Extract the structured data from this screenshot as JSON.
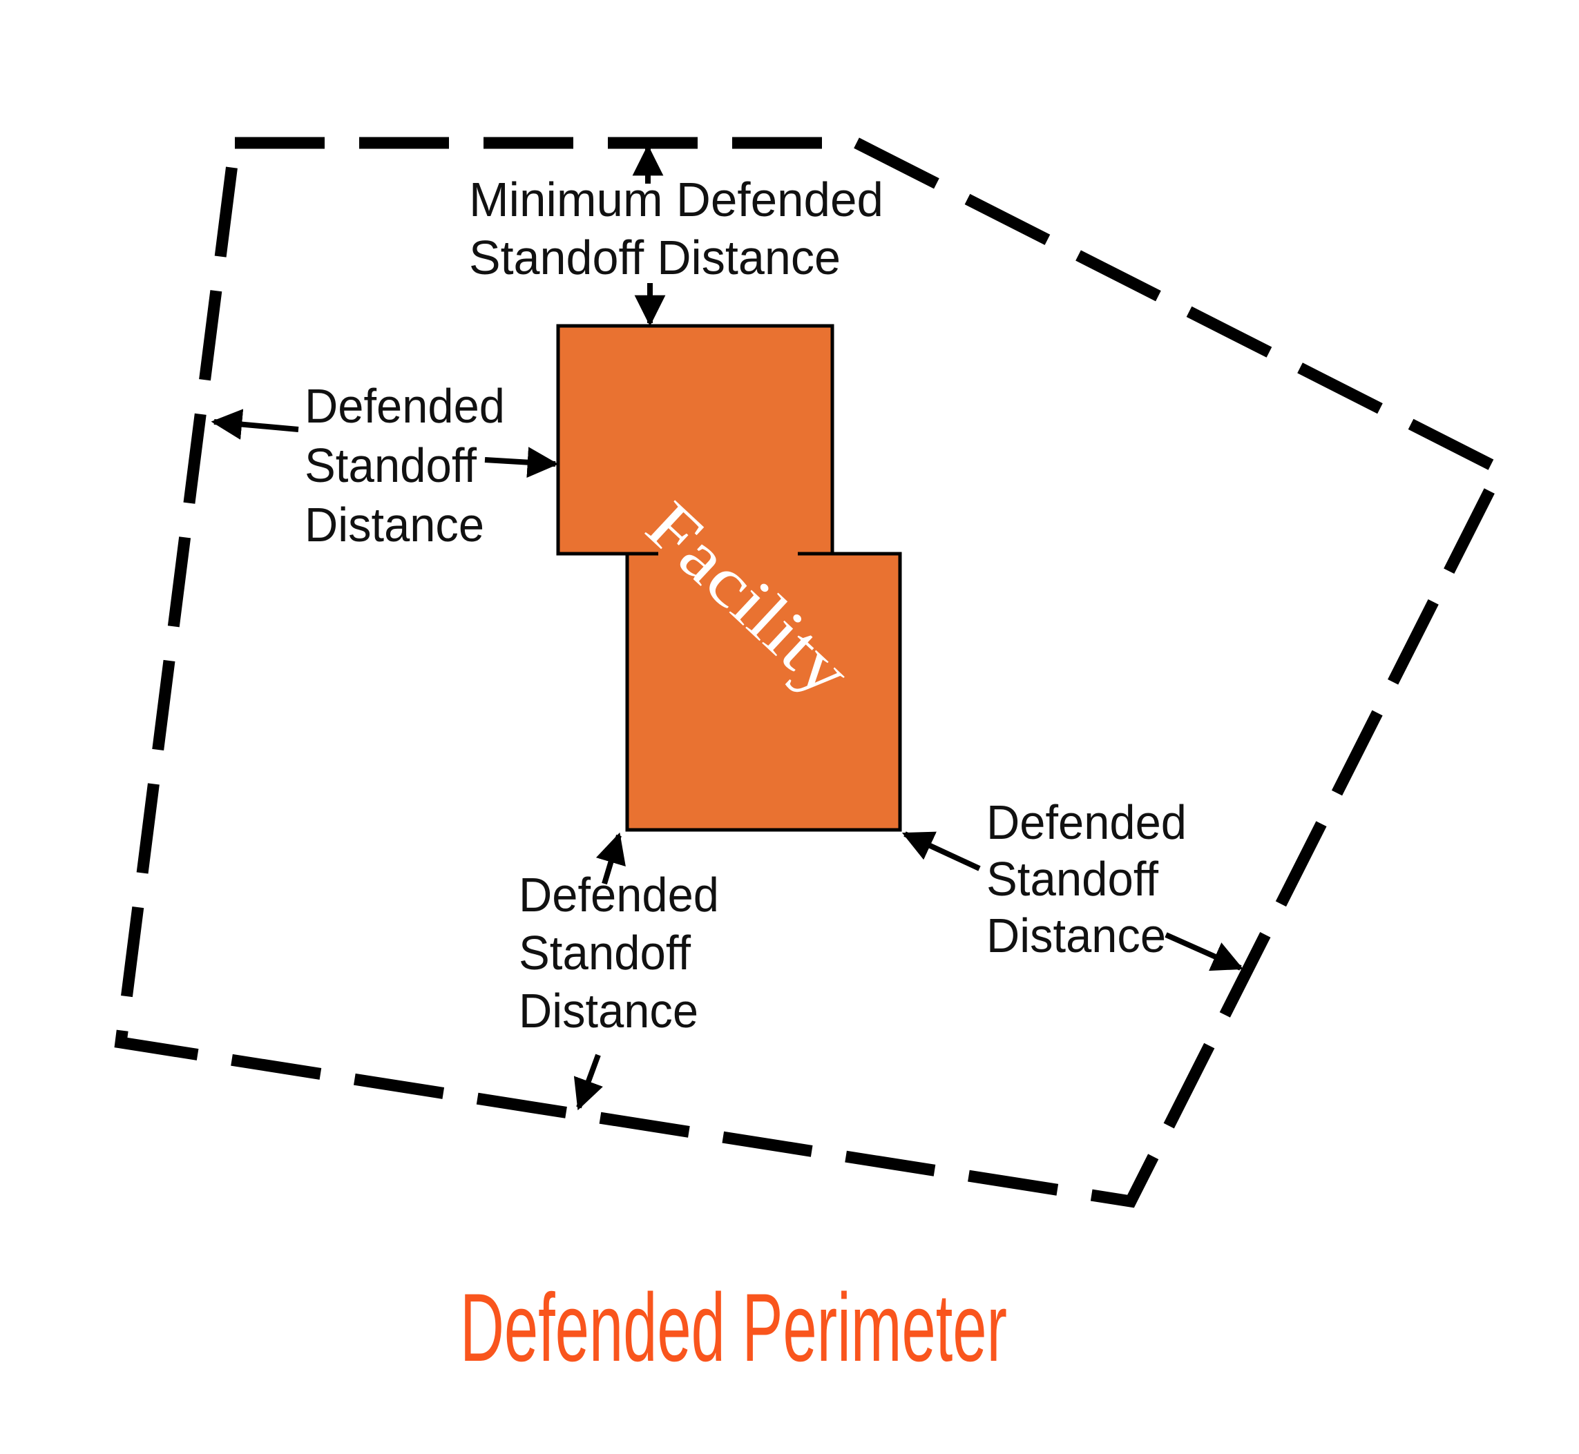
{
  "diagram": {
    "facility_label": "Facility",
    "perimeter_title": "Defended Perimeter",
    "labels": {
      "minimum_defended_standoff": [
        "Minimum Defended",
        "Standoff Distance"
      ],
      "left_defended_standoff": [
        "Defended",
        "Standoff",
        "Distance"
      ],
      "bottom_defended_standoff": [
        "Defended",
        "Standoff",
        "Distance"
      ],
      "right_defended_standoff": [
        "Defended",
        "Standoff",
        "Distance"
      ]
    },
    "colors": {
      "background": "#FFFFFF",
      "facility_fill": "#E97231",
      "facility_text": "#FFFFFF",
      "perimeter_line": "#000000",
      "label_text": "#111111",
      "perimeter_title_text": "#F9551D"
    }
  }
}
